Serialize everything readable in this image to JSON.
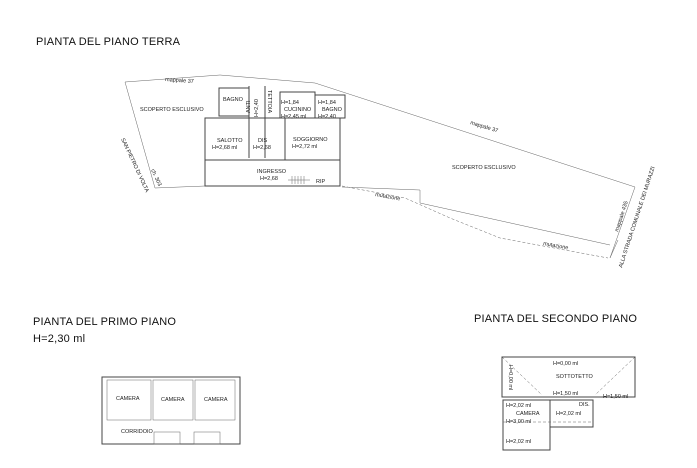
{
  "titles": {
    "ground": "PIANTA DEL PIANO TERRA",
    "first": "PIANTA DEL PRIMO PIANO",
    "first_height": "H=2,30 ml",
    "second": "PIANTA DEL SECONDO PIANO"
  },
  "ground_floor": {
    "mappale_top_left": "mappale 37",
    "mappale_top_right": "mappale 37",
    "scoperto_left": "SCOPERTO ESCLUSIVO",
    "scoperto_right": "SCOPERTO ESCLUSIVO",
    "road_left": "SAN PIETRO DI VOLTA",
    "road_left_ref": "ch. 303",
    "road_right": "ALLA STRADA COMUNALE DEI MURAZZI",
    "mappale_right": "mappale 435",
    "boundary_1": "mutazione",
    "boundary_2": "mutazione",
    "rooms": {
      "bagno1": "BAGNO",
      "anti": "ANTI",
      "anti_h": "H=2,40",
      "tettoia": "TETTOIA",
      "cucinino_h1": "H=1,84",
      "cucinino": "CUCININO",
      "cucinino_h2": "H=2,45 ml",
      "bagno2_h1": "H=1,84",
      "bagno2": "BAGNO",
      "bagno2_h2": "H=2,40",
      "salotto": "SALOTTO",
      "salotto_h": "H=2,68 ml",
      "dis": "DIS",
      "dis_h": "H=2,68",
      "soggiorno": "SOGGIORNO",
      "soggiorno_h": "H=2,72 ml",
      "ingresso": "INGRESSO",
      "ingresso_h": "H=2,68",
      "rip": "RIP"
    }
  },
  "first_floor": {
    "camera1": "CAMERA",
    "camera2": "CAMERA",
    "camera3": "CAMERA",
    "corridoio": "CORRIDOIO"
  },
  "second_floor": {
    "h_top": "H=0,00 ml",
    "h_left": "H=0,00 ml",
    "sottotetto": "SOTTOTETTO",
    "h_mid": "H=1,50 ml",
    "h_right": "H=1,50 ml",
    "camera_h1": "H=2,02 ml",
    "camera": "CAMERA",
    "camera_h2": "H=3,00 ml",
    "camera_h3": "H=2,02 ml",
    "dis": "DIS.",
    "dis_h": "H=2,02 ml"
  }
}
